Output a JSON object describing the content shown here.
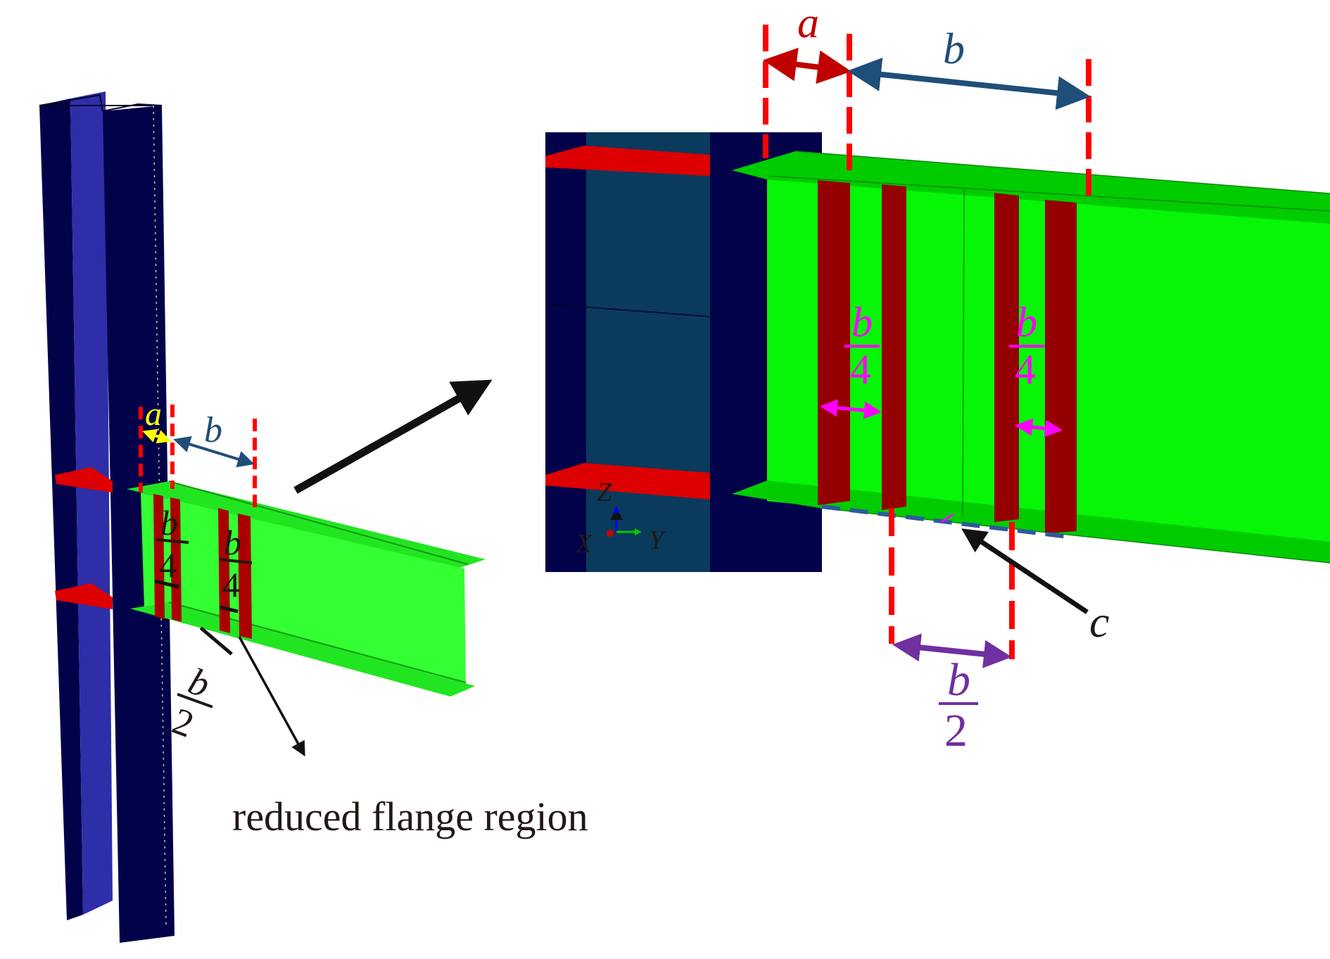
{
  "figure": {
    "left_view": {
      "dim_a_label": "a",
      "dim_b_label": "b",
      "frac_left": {
        "num": "b",
        "den": "4"
      },
      "frac_right": {
        "num": "b",
        "den": "4"
      },
      "frac_bottom": {
        "num": "b",
        "den": "2"
      },
      "caption": "reduced flange region"
    },
    "detail_view": {
      "dim_a_label": "a",
      "dim_b_label": "b",
      "frac_left": {
        "num": "b",
        "den": "4"
      },
      "frac_right": {
        "num": "b",
        "den": "4"
      },
      "frac_bottom": {
        "num": "b",
        "den": "2"
      },
      "label_c": "c",
      "axes": {
        "z": "Z",
        "x": "X",
        "y": "Y"
      }
    }
  },
  "colors": {
    "column_dark": "#02024a",
    "column_light": "#2e2ea8",
    "column_panel": "#0a3a5c",
    "beam_green": "#05f505",
    "beam_green_shade": "#00cc00",
    "reduced_flange": "#940000",
    "continuity_plate": "#dd0000",
    "dash_red": "#ff0000",
    "dim_a_detail": "#c00000",
    "dim_b": "#1f4e79",
    "dim_a_left": "#ffff00",
    "frac_quarter": "#ff00ff",
    "frac_half": "#7030a0",
    "dash_blue": "#2e5a9c",
    "text_dark": "#231815"
  }
}
